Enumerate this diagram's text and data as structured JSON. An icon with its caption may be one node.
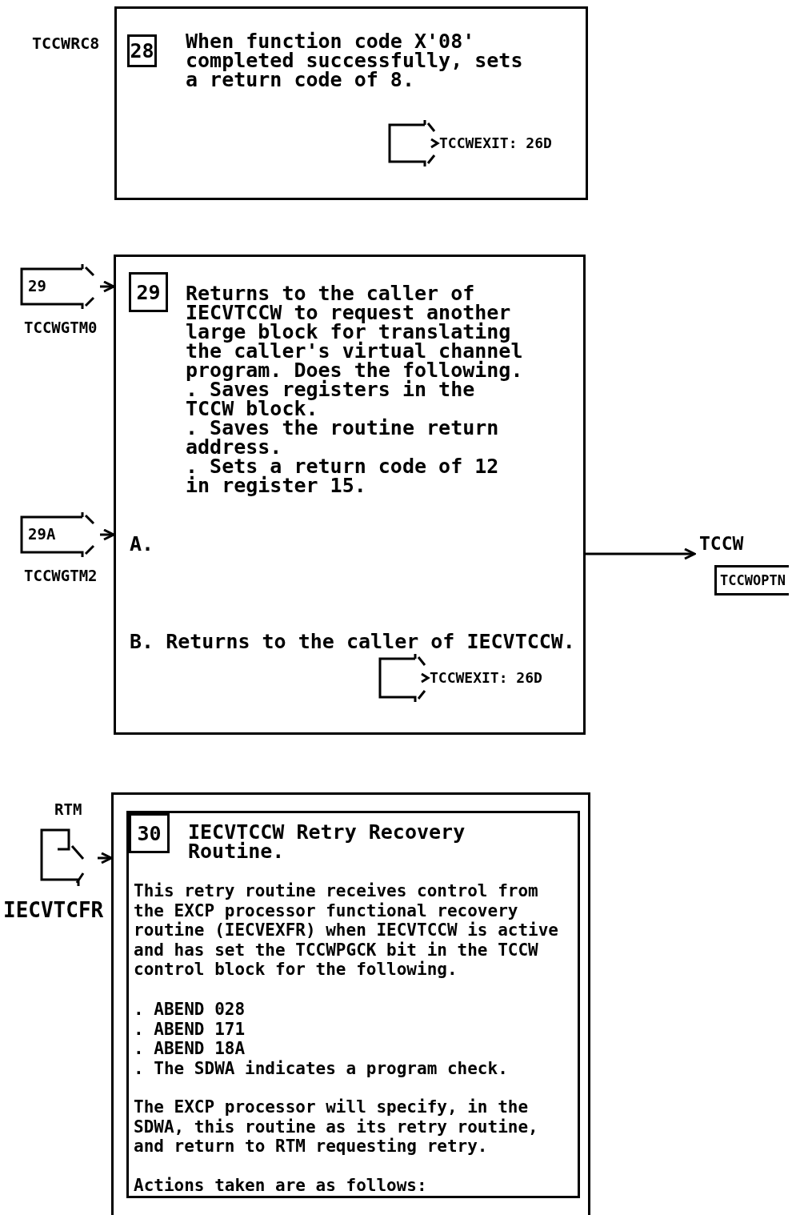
{
  "diagram": {
    "nodes": [
      {
        "text": [
          "When function code X'08' completed successfully, sets a return code of 8."
        ],
        "beside": [
          "TCCWRC8"
        ]
      },
      {
        "text": [
          "28"
        ],
        "in": 0
      },
      {
        "text": [
          "TCCWEXIT: 26D"
        ],
        "in": 0
      },
      {
        "text": [
          "Returns to the caller of IECVTCCW to request another large block for translating the caller's virtual channel program. Does the following.",
          ". Saves registers in the TCCW block.",
          ". Saves the routine return address.",
          ". Sets a return code of 12 in register 15.",
          "A.",
          "B. Returns to the caller of IECVTCCW."
        ]
      },
      {
        "text": [
          "29"
        ],
        "in": 3
      },
      {
        "text": [
          "29"
        ],
        "beside": [
          "TCCWGTM0"
        ]
      },
      {
        "text": [
          "29A"
        ],
        "beside": [
          "TCCWGTM2"
        ]
      },
      {
        "text": [
          "TCCWEXIT: 26D"
        ],
        "in": 3
      },
      {
        "text": [
          "TCCW",
          "TCCWOPTN"
        ]
      },
      {
        "text": [],
        "shape": "box"
      },
      {
        "text": [
          "IECVTCCW Retry Recovery Routine.",
          "This retry routine receives control from the EXCP processor functional recovery routine (IECVEXFR) when IECVTCCW is active and has set the TCCWPGCK bit in the TCCW control block for the following.",
          ". ABEND 028",
          ". ABEND 171",
          ". ABEND 18A",
          ". The SDWA indicates a program check.",
          "The EXCP processor will specify, in the SDWA, this routine as its retry routine, and return to RTM requesting retry.",
          "Actions taken are as follows:"
        ],
        "in": 9
      },
      {
        "text": [
          "30"
        ],
        "in": 10
      },
      {
        "text": [],
        "shape": "arrow",
        "beside": [
          "RTM",
          "IECVTCFR"
        ]
      }
    ],
    "edges": [
      {
        "from": 5,
        "to": 3,
        "arrow": "to"
      },
      {
        "from": 6,
        "to": 3,
        "arrow": "to"
      },
      {
        "from": 3,
        "to": 8,
        "arrow": "to"
      },
      {
        "from": 12,
        "to": 9,
        "arrow": "to"
      }
    ]
  }
}
